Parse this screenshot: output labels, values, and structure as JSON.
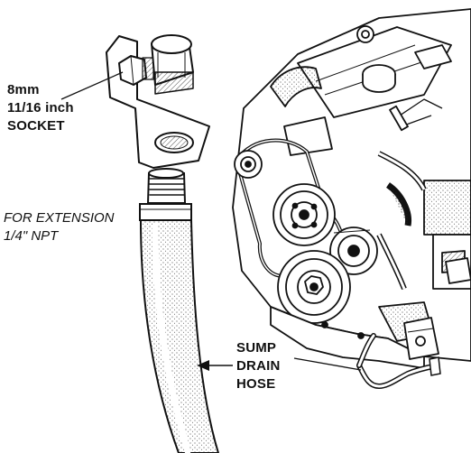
{
  "labels": {
    "socket": [
      "8mm",
      "11/16 inch",
      "SOCKET"
    ],
    "extension": [
      "FOR EXTENSION",
      "1/4\" NPT"
    ],
    "hose": [
      "SUMP",
      "DRAIN",
      "HOSE"
    ]
  },
  "colors": {
    "ink": "#111111",
    "paper": "#ffffff"
  }
}
